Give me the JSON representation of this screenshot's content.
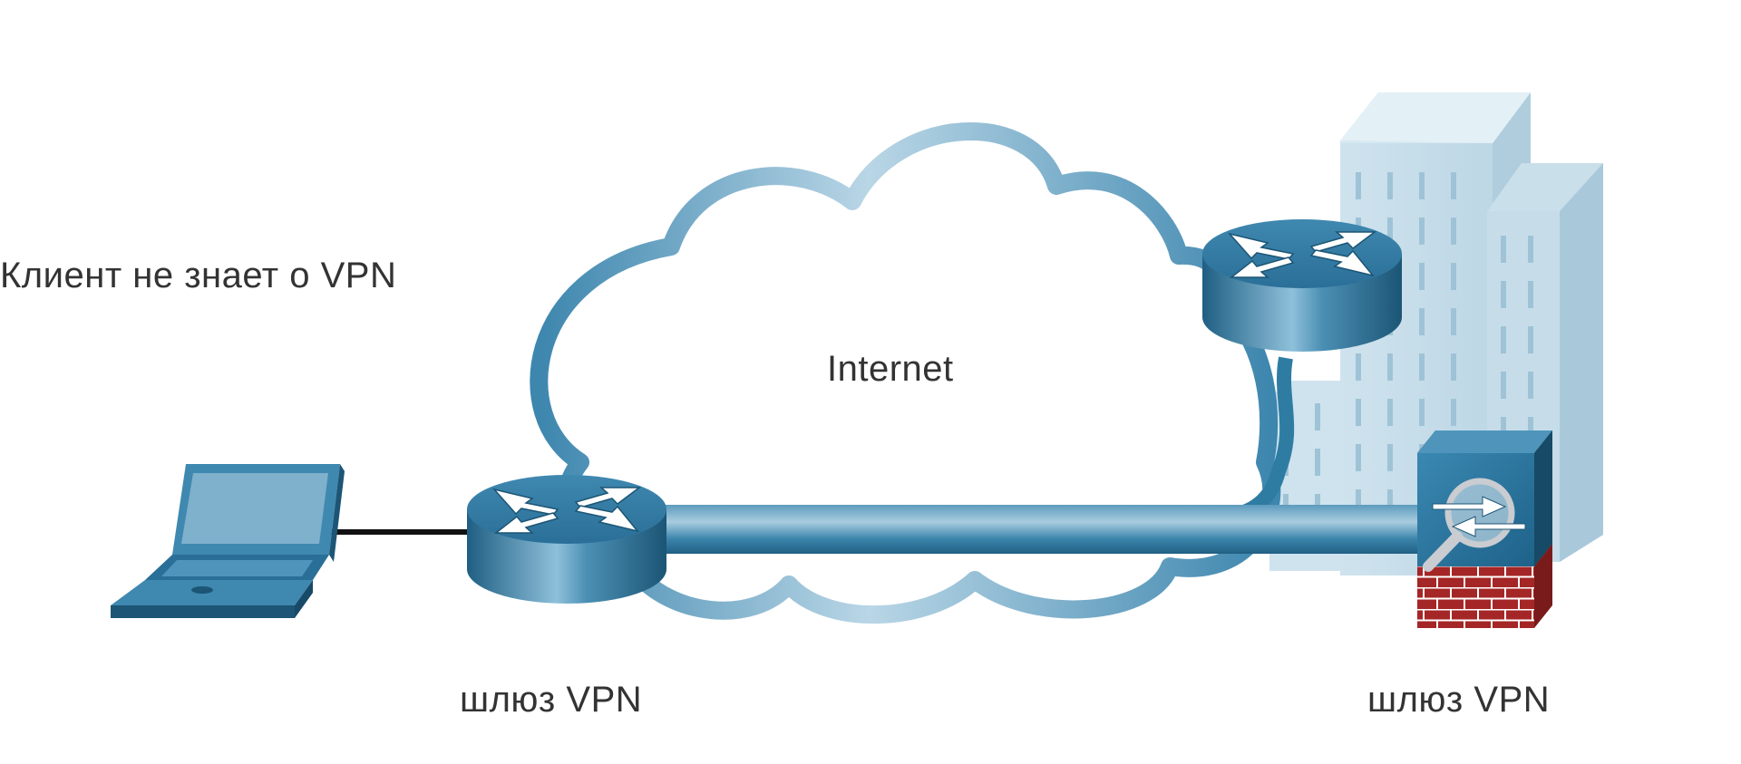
{
  "labels": {
    "client_note": "Клиент не знает о VPN",
    "cloud": "Internet",
    "gateway_left": "шлюз VPN",
    "gateway_right": "шлюз VPN"
  },
  "icons": {
    "client": "laptop-icon",
    "gateway_left": "router-icon",
    "internet_router": "router-icon",
    "gateway_right": "firewall-icon",
    "site": "office-buildings-icon",
    "cloud": "cloud-icon"
  },
  "colors": {
    "device_blue": "#2a6f98",
    "device_dark": "#1c5575",
    "cloud_stroke": "#6aa6c6",
    "tunnel": "#2f7ca3",
    "building": "#c3dbe7",
    "brick": "#a52626",
    "text": "#333333"
  }
}
